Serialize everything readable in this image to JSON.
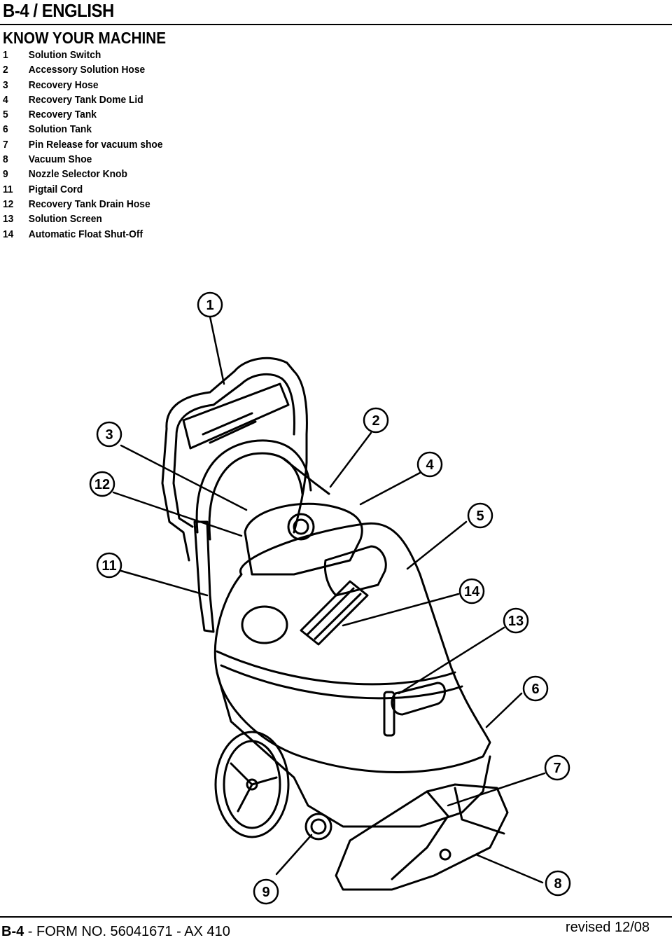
{
  "header": {
    "title": "B-4 / ENGLISH"
  },
  "section": {
    "title": "KNOW YOUR MACHINE"
  },
  "parts": [
    {
      "num": "1",
      "label": "Solution Switch"
    },
    {
      "num": "2",
      "label": "Accessory Solution Hose"
    },
    {
      "num": "3",
      "label": "Recovery Hose"
    },
    {
      "num": "4",
      "label": "Recovery Tank Dome Lid"
    },
    {
      "num": "5",
      "label": "Recovery Tank"
    },
    {
      "num": "6",
      "label": "Solution Tank"
    },
    {
      "num": "7",
      "label": "Pin Release for vacuum shoe"
    },
    {
      "num": "8",
      "label": "Vacuum Shoe"
    },
    {
      "num": "9",
      "label": "Nozzle Selector Knob"
    },
    {
      "num": "11",
      "label": "Pigtail Cord"
    },
    {
      "num": "12",
      "label": "Recovery Tank Drain Hose"
    },
    {
      "num": "13",
      "label": "Solution Screen"
    },
    {
      "num": "14",
      "label": "Automatic Float Shut-Off"
    }
  ],
  "callouts": {
    "c1": "1",
    "c2": "2",
    "c3": "3",
    "c4": "4",
    "c5": "5",
    "c6": "6",
    "c7": "7",
    "c8": "8",
    "c9": "9",
    "c11": "11",
    "c12": "12",
    "c13": "13",
    "c14": "14"
  },
  "footer": {
    "page": "B-4",
    "form": " - FORM NO. 56041671 - AX 410",
    "revised": "revised 12/08"
  }
}
